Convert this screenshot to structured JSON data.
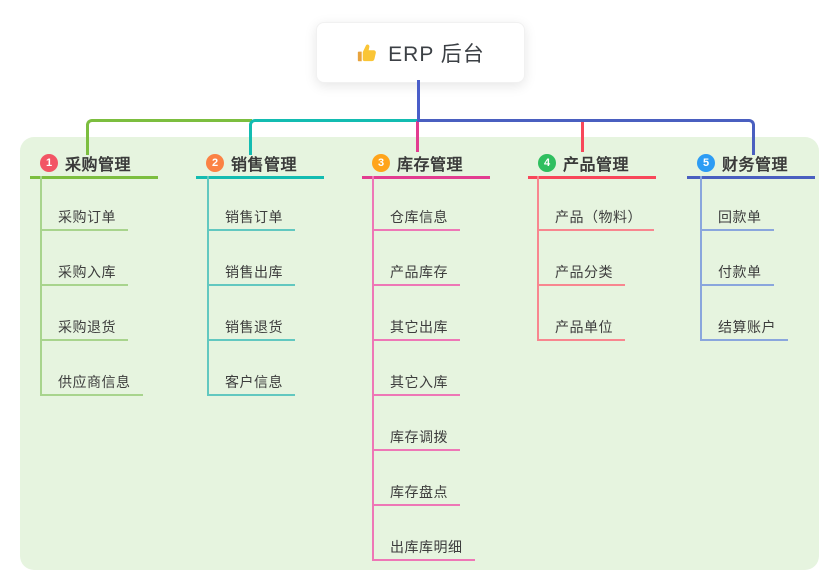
{
  "root": {
    "label": "ERP 后台",
    "icon": "thumbs-up-icon"
  },
  "theme": {
    "page_bg": "#ffffff",
    "panel_bg": "#e6f4df",
    "root_line_color": "#4a5ec9",
    "card_bg": "#ffffff",
    "text_color": "#3d3d3d"
  },
  "branches": [
    {
      "num": "1",
      "label": "采购管理",
      "badge_color": "#f25565",
      "line_color": "#7cbe3f",
      "sub_line_color": "#a8d48d",
      "items": [
        "采购订单",
        "采购入库",
        "采购退货",
        "供应商信息"
      ]
    },
    {
      "num": "2",
      "label": "销售管理",
      "badge_color": "#fb8244",
      "line_color": "#13bcb1",
      "sub_line_color": "#62c8c0",
      "items": [
        "销售订单",
        "销售出库",
        "销售退货",
        "客户信息"
      ]
    },
    {
      "num": "3",
      "label": "库存管理",
      "badge_color": "#ffa41b",
      "line_color": "#e23c90",
      "sub_line_color": "#ee77b6",
      "items": [
        "仓库信息",
        "产品库存",
        "其它出库",
        "其它入库",
        "库存调拨",
        "库存盘点",
        "出库库明细"
      ]
    },
    {
      "num": "4",
      "label": "产品管理",
      "badge_color": "#2fbf5f",
      "line_color": "#f8475a",
      "sub_line_color": "#f8868f",
      "items": [
        "产品（物料）",
        "产品分类",
        "产品单位"
      ]
    },
    {
      "num": "5",
      "label": "财务管理",
      "badge_color": "#2d9cf4",
      "line_color": "#4a5fc0",
      "sub_line_color": "#8aa6dd",
      "items": [
        "回款单",
        "付款单",
        "结算账户"
      ]
    }
  ]
}
